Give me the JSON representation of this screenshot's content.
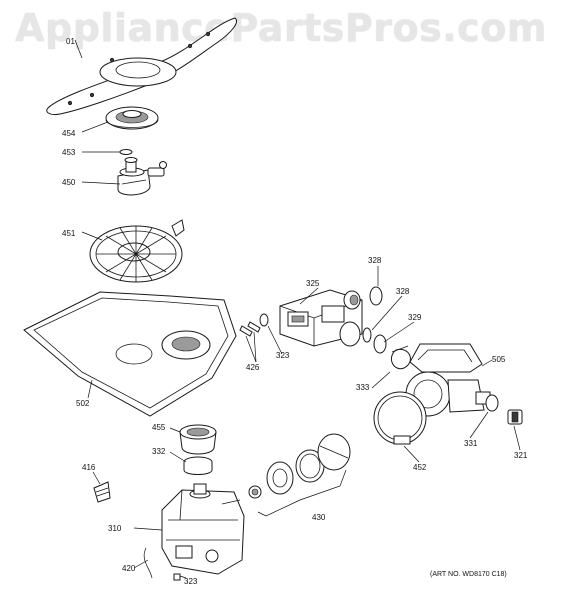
{
  "watermark": "AppliancePartsPros.com",
  "art_number": "(ART NO. WD8170 C18)",
  "callouts": {
    "p01": "01",
    "p454": "454",
    "p453": "453",
    "p450": "450",
    "p451": "451",
    "p502": "502",
    "p325": "325",
    "p328a": "328",
    "p328b": "328",
    "p329": "329",
    "p323a": "323",
    "p426": "426",
    "p505": "505",
    "p333": "333",
    "p455": "455",
    "p332": "332",
    "p416": "416",
    "p331": "331",
    "p321": "321",
    "p452": "452",
    "p430": "430",
    "p310": "310",
    "p420": "420",
    "p323b": "323"
  }
}
